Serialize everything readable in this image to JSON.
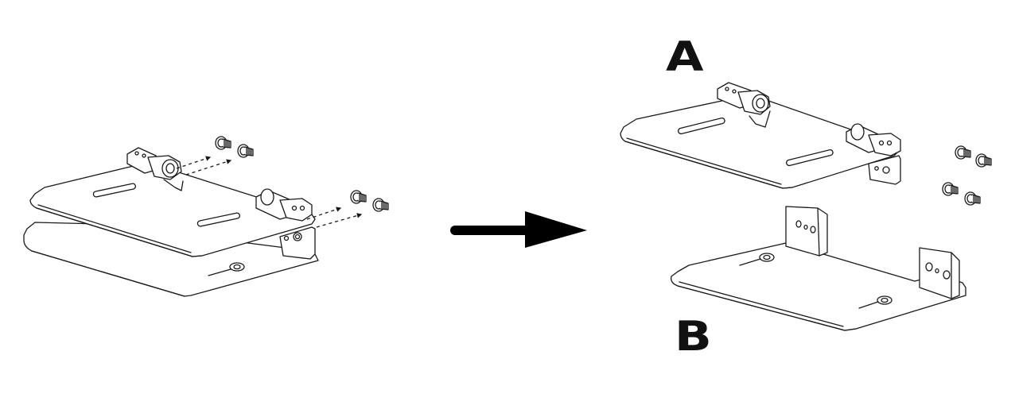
{
  "diagram": {
    "title": "",
    "labels": {
      "part_a": "A",
      "part_b": "B"
    },
    "steps": [
      {
        "name": "assembled",
        "description_icons": [
          "hinged-bracket-assembly-icon",
          "screw-icon",
          "screw-icon",
          "screw-icon",
          "screw-icon"
        ]
      },
      {
        "name": "disassembled",
        "description_icons": [
          "top-plate-a-icon",
          "bottom-bracket-b-icon",
          "screw-icon",
          "screw-icon",
          "screw-icon",
          "screw-icon"
        ]
      }
    ],
    "transition_icon": "right-arrow-icon",
    "colors": {
      "stroke": "#1a1a1a",
      "fill": "#ffffff",
      "label": "#111111"
    }
  }
}
